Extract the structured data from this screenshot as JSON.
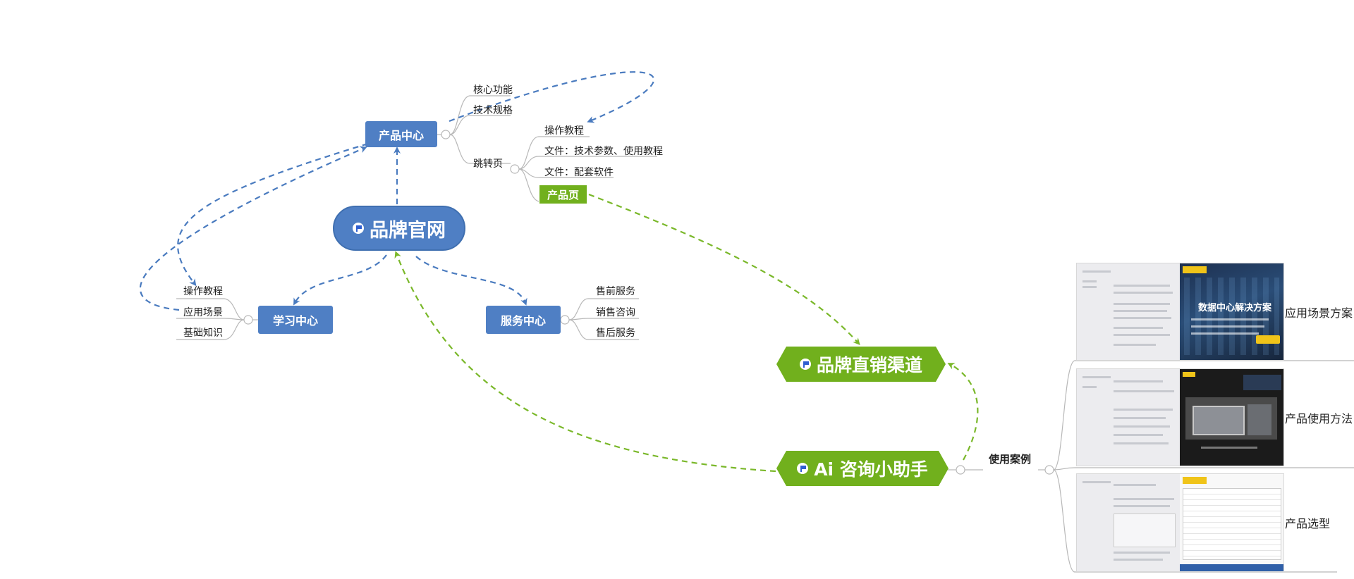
{
  "central": {
    "label": "品牌官网",
    "icon": "flag-icon"
  },
  "product_center": {
    "label": "产品中心",
    "items": [
      "核心功能",
      "技术规格"
    ],
    "jump_page": {
      "label": "跳转页",
      "items": [
        "操作教程",
        "文件：技术参数、使用教程",
        "文件：配套软件"
      ],
      "product_page": "产品页"
    }
  },
  "learning_center": {
    "label": "学习中心",
    "items": [
      "操作教程",
      "应用场景",
      "基础知识"
    ]
  },
  "service_center": {
    "label": "服务中心",
    "items": [
      "售前服务",
      "销售咨询",
      "售后服务"
    ]
  },
  "direct_channel": {
    "label": "品牌直销渠道",
    "icon": "flag-icon"
  },
  "ai_assistant": {
    "label": "Ai 咨询小助手",
    "icon": "flag-icon"
  },
  "use_cases": {
    "label": "使用案例",
    "items": [
      {
        "label": "应用场景方案",
        "overlay_title": "数据中心解决方案"
      },
      {
        "label": "产品使用方法"
      },
      {
        "label": "产品选型"
      }
    ]
  },
  "colors": {
    "blue": "#4f7fc4",
    "green": "#71b01d",
    "dash_blue": "#4a7bbf",
    "dash_green": "#7ab82a"
  }
}
